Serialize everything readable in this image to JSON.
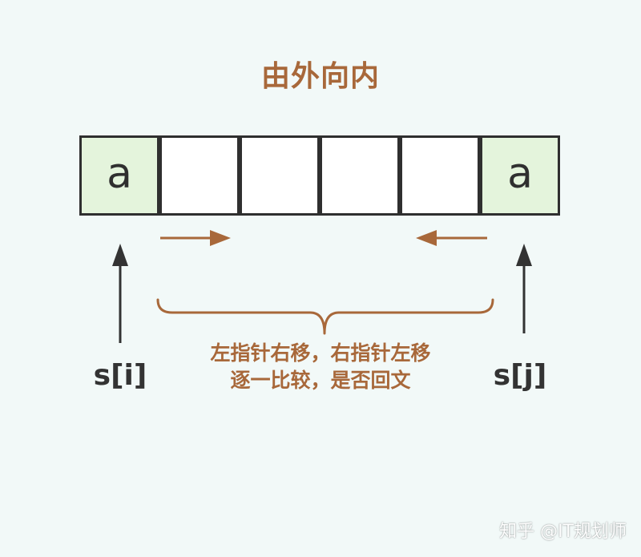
{
  "title": "由外向内",
  "cells": [
    "a",
    "",
    "",
    "",
    "",
    "a"
  ],
  "pointers": {
    "left": "s[i]",
    "right": "s[j]"
  },
  "caption": {
    "line1": "左指针右移，右指针左移",
    "line2": "逐一比较，是否回文"
  },
  "watermark": "知乎 @IT规划师",
  "colors": {
    "accent": "#a8683a",
    "highlight_cell": "#e4f4dc",
    "border": "#2f2f2f",
    "background": "#f2f9f8"
  }
}
